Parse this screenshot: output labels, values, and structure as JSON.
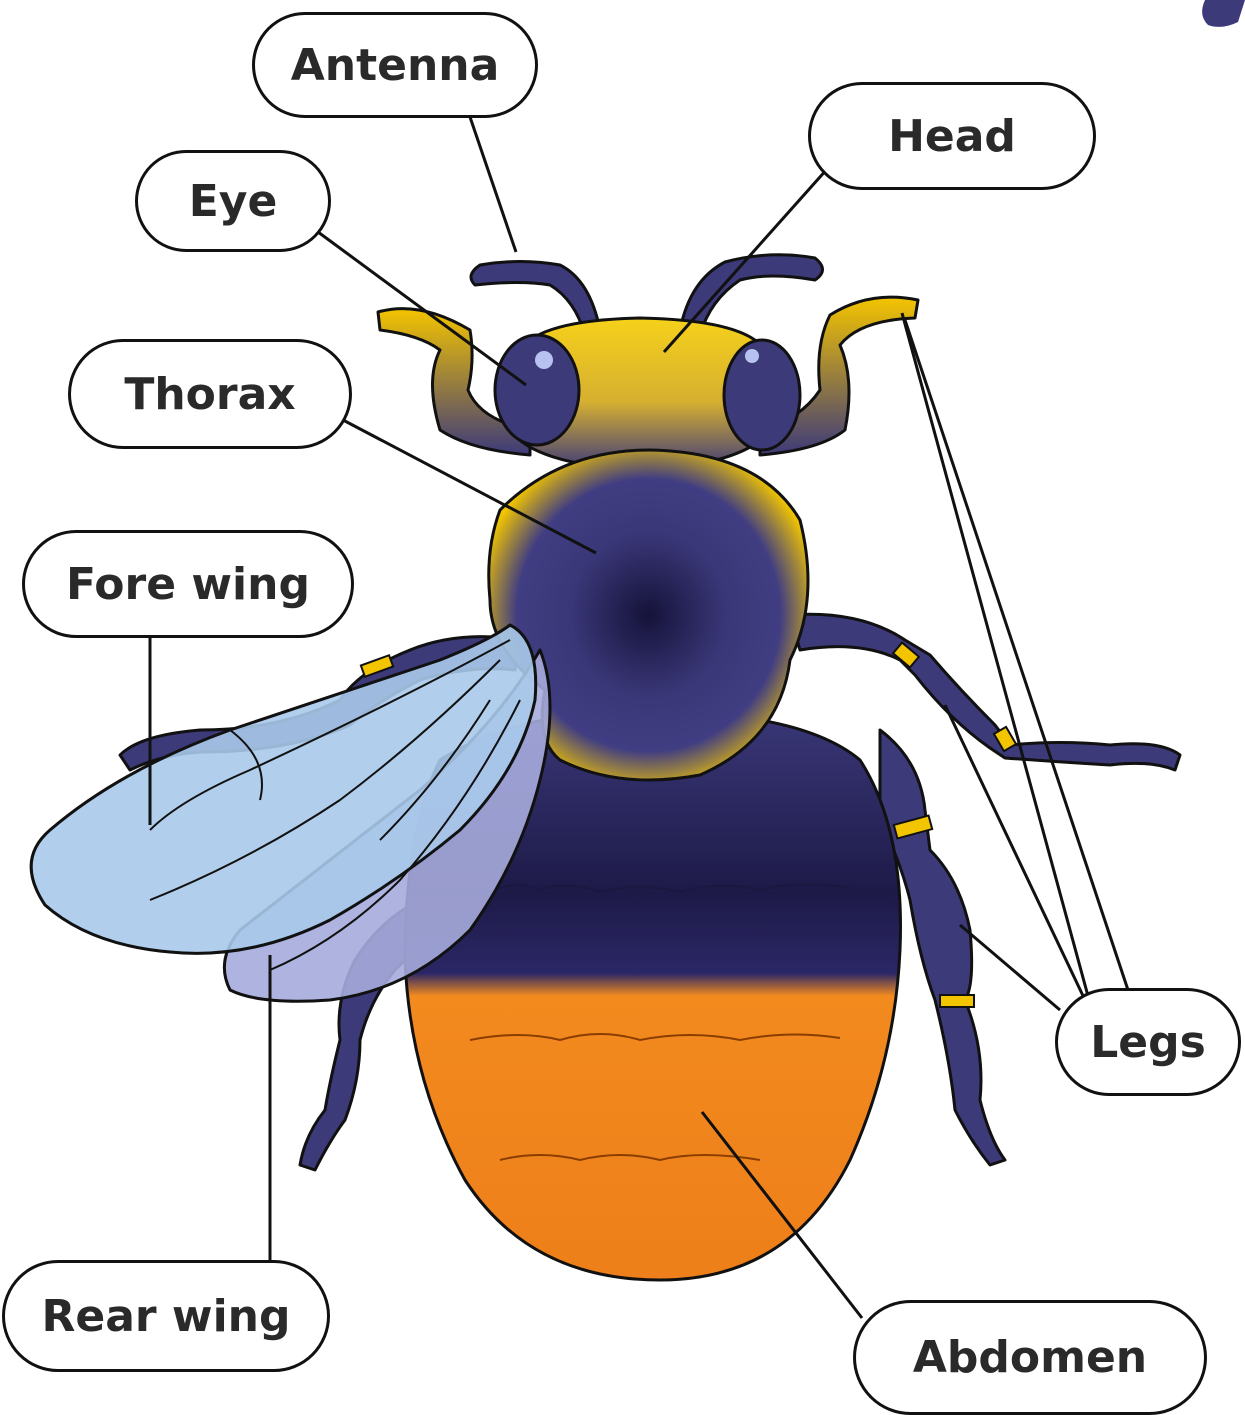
{
  "labels": {
    "antenna": "Antenna",
    "head": "Head",
    "eye": "Eye",
    "thorax": "Thorax",
    "fore_wing": "Fore wing",
    "legs": "Legs",
    "rear_wing": "Rear wing",
    "abdomen": "Abdomen"
  },
  "colors": {
    "body_navy": "#3d3a7a",
    "body_dark": "#1a1840",
    "yellow": "#f2c500",
    "orange": "#f28a1e",
    "wing_blue": "#a9c9ea",
    "outline": "#111111"
  }
}
